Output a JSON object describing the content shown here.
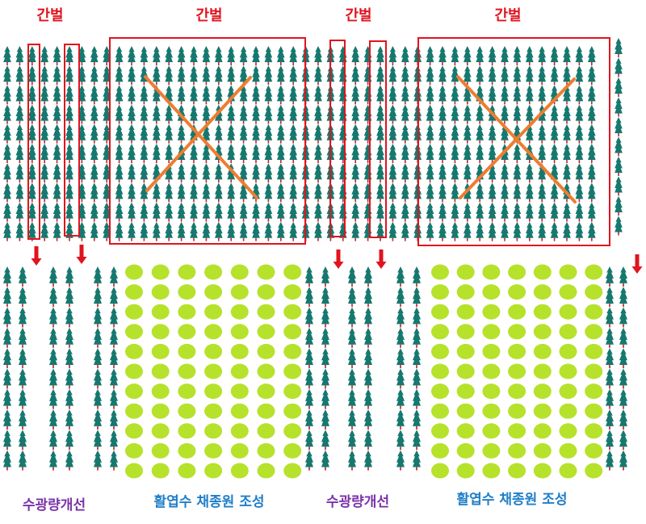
{
  "colors": {
    "tree": "#16786f",
    "trunk": "#c4262a",
    "highlight": "#e0141e",
    "cross": "#ed7d31",
    "leaf": "#b6e22c",
    "caption_purple": "#7a32a8",
    "caption_blue": "#1f7ec8",
    "title_red": "#e0141e"
  },
  "icons": [
    "conifer-tree-icon",
    "broadleaf-tree-icon",
    "down-arrow-icon",
    "cross-mark-icon"
  ],
  "titles": {
    "thinning_1": "간벌",
    "clearcut_1": "간벌",
    "thinning_2": "간벌",
    "clearcut_2": "간벌"
  },
  "captions": {
    "light_1": "수광량개선",
    "seed_orchard_1": "활엽수 채종원 조성",
    "light_2": "수광량개선",
    "seed_orchard_2": "활엽수 채종원 조성"
  }
}
